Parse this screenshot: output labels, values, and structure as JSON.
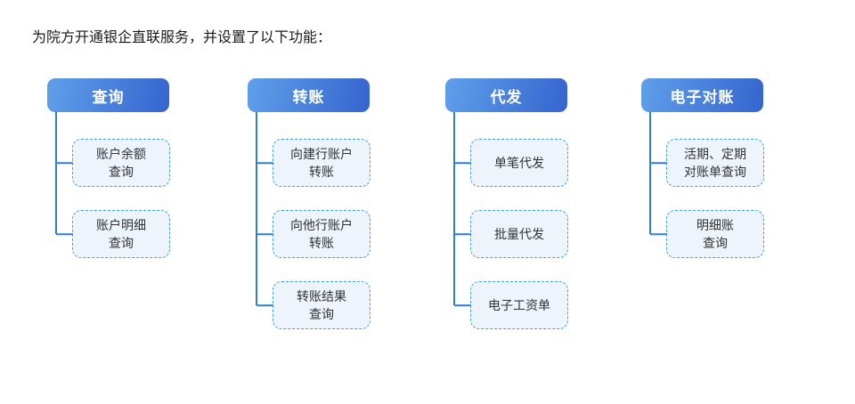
{
  "title": "为院方开通银企直联服务，并设置了以下功能：",
  "colors": {
    "title_text": "#1a1a1a",
    "header_start": "#5fa0ea",
    "header_end": "#3564ce",
    "header_text": "#ffffff",
    "connector": "#2e7fd0",
    "box_border": "#3f9ef5",
    "box_bg": "#edf4fc",
    "box_text": "#333333"
  },
  "groups": [
    {
      "label": "查询",
      "items": [
        {
          "lines": [
            "账户余额",
            "查询"
          ]
        },
        {
          "lines": [
            "账户明细",
            "查询"
          ]
        }
      ]
    },
    {
      "label": "转账",
      "items": [
        {
          "lines": [
            "向建行账户",
            "转账"
          ]
        },
        {
          "lines": [
            "向他行账户",
            "转账"
          ]
        },
        {
          "lines": [
            "转账结果",
            "查询"
          ]
        }
      ]
    },
    {
      "label": "代发",
      "items": [
        {
          "lines": [
            "单笔代发"
          ]
        },
        {
          "lines": [
            "批量代发"
          ]
        },
        {
          "lines": [
            "电子工资单"
          ]
        }
      ]
    },
    {
      "label": "电子对账",
      "items": [
        {
          "lines": [
            "活期、定期",
            "对账单查询"
          ]
        },
        {
          "lines": [
            "明细账",
            "查询"
          ]
        }
      ]
    }
  ]
}
